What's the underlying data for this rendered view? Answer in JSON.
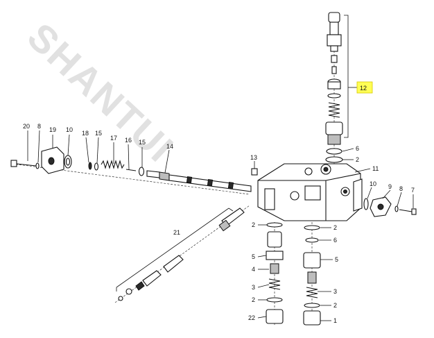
{
  "watermark": "SHANTUI",
  "callouts": {
    "c20": "20",
    "c8a": "8",
    "c19": "19",
    "c10a": "10",
    "c18": "18",
    "c15a": "15",
    "c17": "17",
    "c16": "16",
    "c15b": "15",
    "c14": "14",
    "c12": "12",
    "c6a": "6",
    "c2a": "2",
    "c13": "13",
    "c11": "11",
    "c10b": "10",
    "c9": "9",
    "c8b": "8",
    "c7": "7",
    "c21": "21",
    "c2b": "2",
    "c5a": "5",
    "c4": "4",
    "c3a": "3",
    "c2c": "2",
    "c22": "22",
    "c2d": "2",
    "c6b": "6",
    "c5b": "5",
    "c3b": "3",
    "c2e": "2",
    "c1": "1"
  },
  "colors": {
    "highlight": "#ffff55",
    "ink": "#111111",
    "watermark": "#c9c9c9"
  }
}
